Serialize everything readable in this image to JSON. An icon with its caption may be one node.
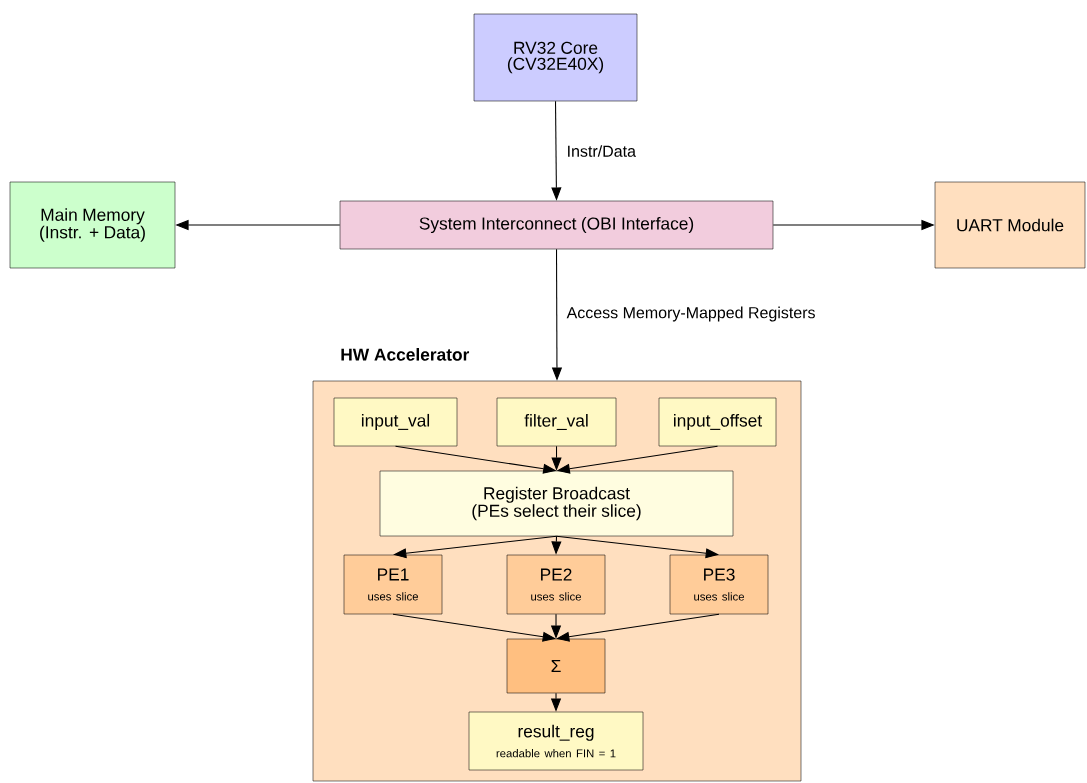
{
  "diagram": {
    "nodes": [
      {
        "text": [
          "RV32 Core (CV32E40X)"
        ]
      },
      {
        "text": [
          "Main Memory (Instr. + Data)"
        ]
      },
      {
        "text": [
          "System Interconnect (OBI Interface)"
        ]
      },
      {
        "text": [
          "UART Module"
        ]
      },
      {
        "text": [
          "HW Accelerator"
        ]
      },
      {
        "text": [
          "input_val"
        ],
        "in": 4
      },
      {
        "text": [
          "filter_val"
        ],
        "in": 4
      },
      {
        "text": [
          "input_offset"
        ],
        "in": 4
      },
      {
        "text": [
          "Register Broadcast (PEs select their slice)"
        ],
        "in": 4
      },
      {
        "text": [
          "PE1",
          "uses slice"
        ],
        "in": 4
      },
      {
        "text": [
          "PE2",
          "uses slice"
        ],
        "in": 4
      },
      {
        "text": [
          "PE3",
          "uses slice"
        ],
        "in": 4
      },
      {
        "text": [
          "Σ"
        ],
        "in": 4
      },
      {
        "text": [
          "result_reg",
          "readable when FIN = 1"
        ],
        "in": 4
      }
    ],
    "edges": [
      {
        "from": 0,
        "to": 2,
        "arrow": "to",
        "label": "Instr/Data"
      },
      {
        "from": 2,
        "to": 1,
        "arrow": "to"
      },
      {
        "from": 2,
        "to": 3,
        "arrow": "to"
      },
      {
        "from": 2,
        "to": 4,
        "arrow": "to",
        "label": "Access Memory-Mapped Registers"
      },
      {
        "from": 5,
        "to": 8,
        "arrow": "to"
      },
      {
        "from": 6,
        "to": 8,
        "arrow": "to"
      },
      {
        "from": 7,
        "to": 8,
        "arrow": "to"
      },
      {
        "from": 8,
        "to": 9,
        "arrow": "to"
      },
      {
        "from": 8,
        "to": 10,
        "arrow": "to"
      },
      {
        "from": 8,
        "to": 11,
        "arrow": "to"
      },
      {
        "from": 9,
        "to": 12,
        "arrow": "to"
      },
      {
        "from": 10,
        "to": 12,
        "arrow": "to"
      },
      {
        "from": 11,
        "to": 12,
        "arrow": "to"
      },
      {
        "from": 12,
        "to": 13,
        "arrow": "to"
      }
    ]
  }
}
